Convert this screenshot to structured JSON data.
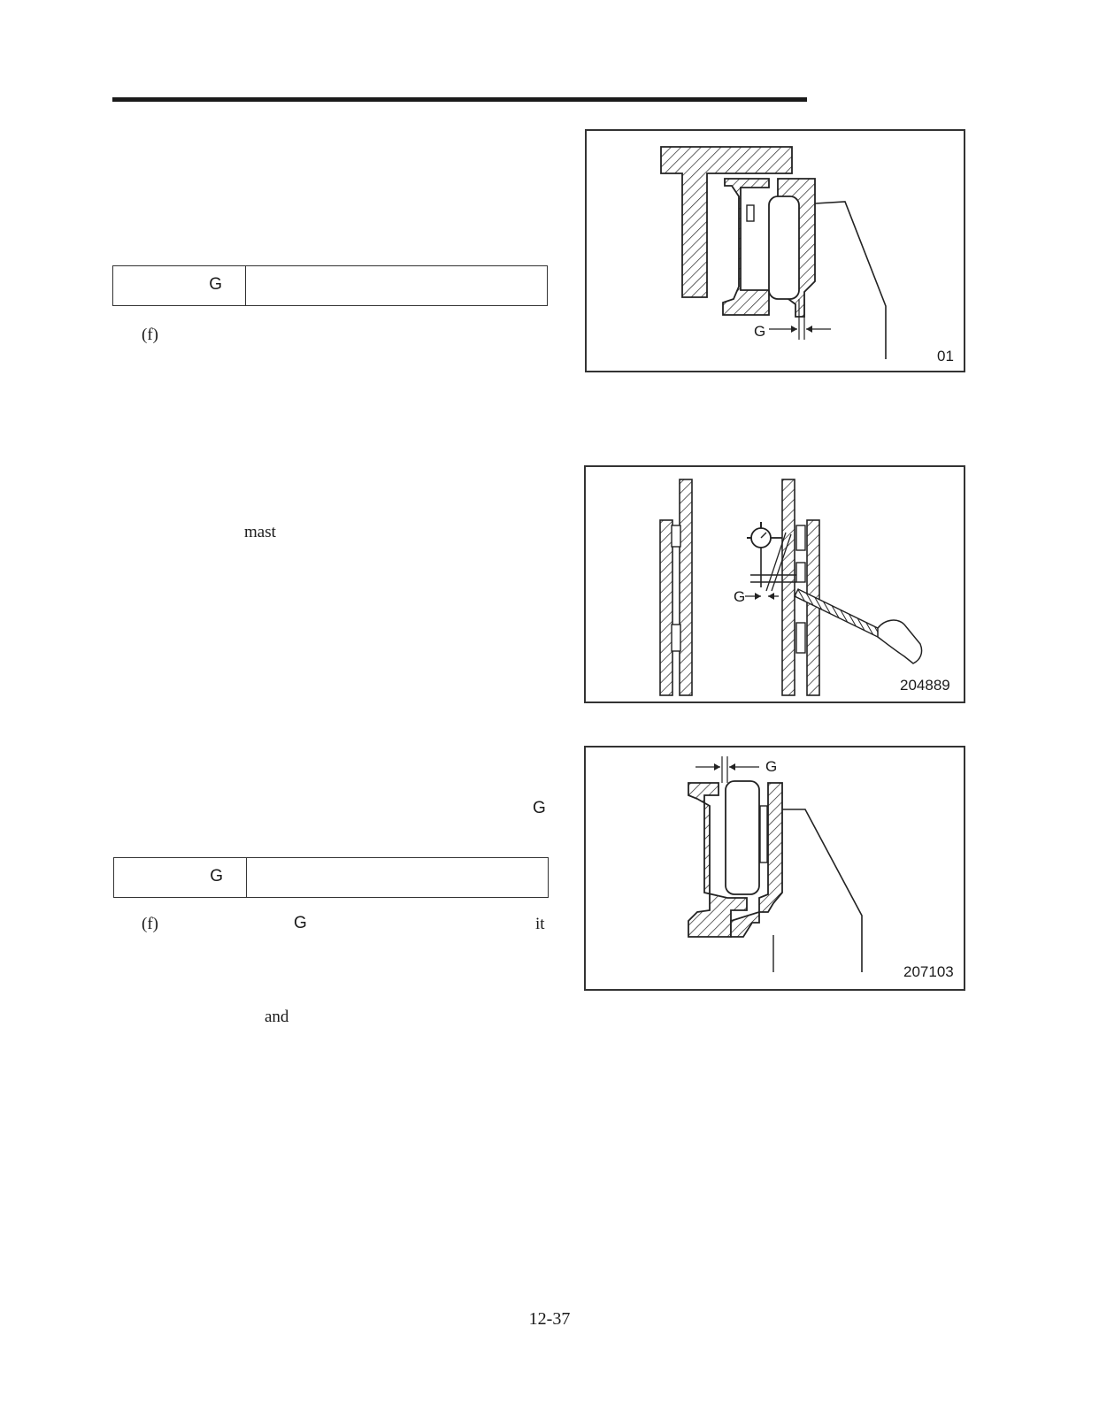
{
  "page": {
    "number": "12-37"
  },
  "section_a": {
    "spec_label": "G",
    "step": "(f)"
  },
  "section_b": {
    "word_mast": "mast",
    "trailing_letter": "G",
    "spec_label": "G",
    "step": "(f)",
    "step_letter": "G",
    "step_end": "it",
    "word_and": "and"
  },
  "figures": [
    {
      "code": "01",
      "gap_label": "G"
    },
    {
      "code": "204889",
      "gap_label": "G"
    },
    {
      "code": "207103",
      "gap_label": "G"
    }
  ]
}
